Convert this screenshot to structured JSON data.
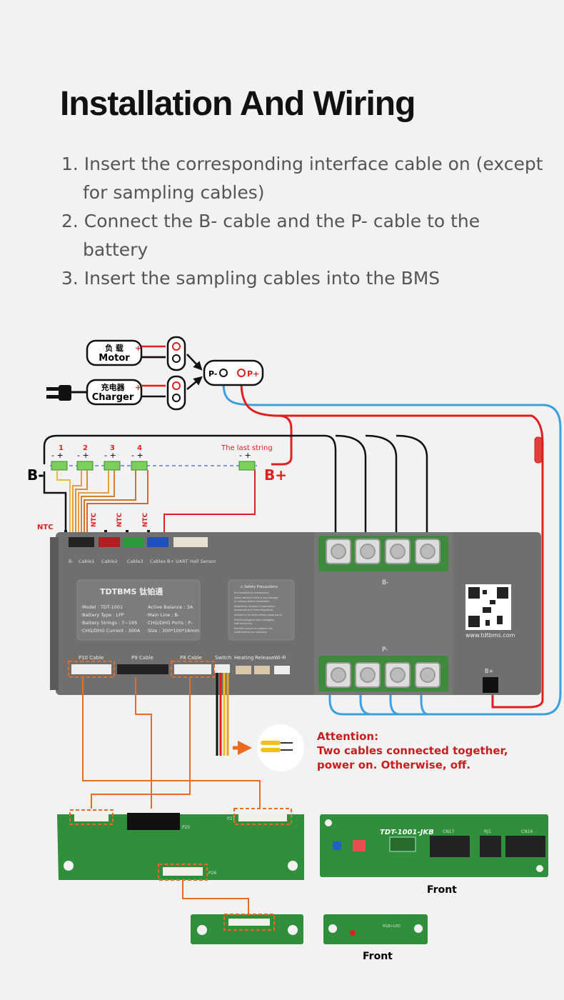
{
  "title": "Installation And Wiring",
  "steps": [
    "1. Insert the corresponding interface cable on (except for sampling cables)",
    "2. Connect the B- cable and the P- cable to the battery",
    "3. Insert the sampling cables into the BMS"
  ],
  "loads": {
    "motor_cn": "负 载",
    "motor": "Motor",
    "charger_cn": "充电器",
    "charger": "Charger",
    "plus": "+",
    "minus": "-",
    "p_minus": "P-",
    "p_plus": "P+"
  },
  "battery": {
    "string_labels": [
      "1",
      "2",
      "3",
      "4"
    ],
    "last_string": "The last string",
    "b_minus": "B-",
    "b_plus": "B+",
    "ntc": "NTC",
    "polarity": "- +"
  },
  "bms": {
    "brand": "TDTBMS 钛铂通",
    "specs_left": [
      "·Model : TDT-1001",
      "·Battery Type : LFP",
      "·Battery Strings : 7~16S",
      "·CHG/DHG Current : 300A"
    ],
    "specs_right": [
      "·Active Balance : 3A",
      "·Main Line : B-",
      "·CHG/DHG Ports : P-",
      "·Size : 300*100*18mm"
    ],
    "safety_title": "⚠ Safety Precautions",
    "safety_lines": [
      "It is installed by professional.",
      "Check whether there is any damage",
      "or missing before installation.",
      "Installation location is waterproof,",
      "moistproof and heat-dissipating.",
      "Connect it correctly before powering on.",
      "Prohibit plugging and unplugging",
      "with electricity.",
      "Prohibit using it on projects not",
      "confirmed by our company."
    ],
    "top_ports": [
      "B-",
      "Cable1",
      "Cable2",
      "Cable3",
      "Cablex",
      "B+",
      "UART",
      "Hall Sensor"
    ],
    "bottom_ports": [
      "P10  Cable",
      "P9  Cable",
      "P8  Cable",
      "Switch",
      "Heating",
      "Release",
      "Wi-Fi"
    ],
    "b_minus_bus": "B-",
    "p_minus_bus": "P-",
    "b_plus_term": "B+",
    "website": "www.tdtbms.com"
  },
  "attention": {
    "title": "Attention:",
    "line1": "Two cables connected together,",
    "line2": "power on. Otherwise, off."
  },
  "boards": {
    "main_board_label": "TDT-1001-JKB",
    "front": "Front",
    "front2": "Front",
    "p27": "P27",
    "p25": "P25",
    "p26": "P26",
    "cn7": "CN17",
    "rj1": "RJ1",
    "cn16": "CN16",
    "led_label": "RGB+LED"
  },
  "colors": {
    "red_wire": "#e02020",
    "blue_wire": "#3aa0e0",
    "orange_wire": "#ec6a1e",
    "pcb_green": "#2f8f3a",
    "bms_gray": "#6f6f6f"
  }
}
